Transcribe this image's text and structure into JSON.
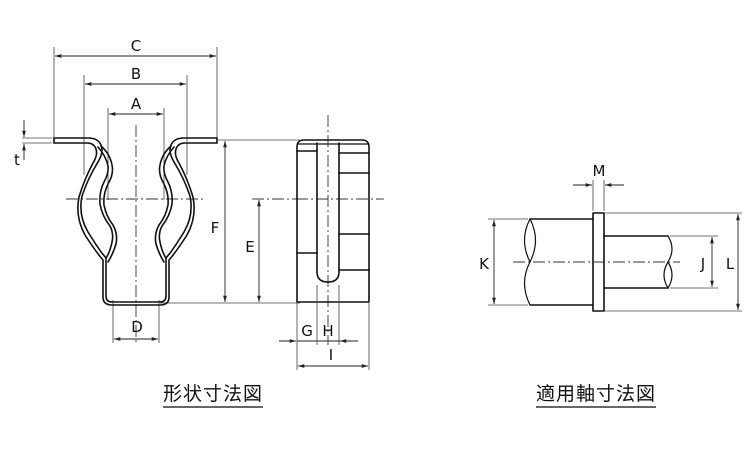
{
  "figures": {
    "shape_dimensions": {
      "caption": "形状寸法図",
      "dimension_labels": {
        "A": "A",
        "B": "B",
        "C": "C",
        "D": "D",
        "E": "E",
        "F": "F",
        "G": "G",
        "H": "H",
        "I": "I",
        "t": "t"
      }
    },
    "applicable_shaft_dimensions": {
      "caption": "適用軸寸法図",
      "dimension_labels": {
        "J": "J",
        "K": "K",
        "L": "L",
        "M": "M"
      }
    }
  }
}
